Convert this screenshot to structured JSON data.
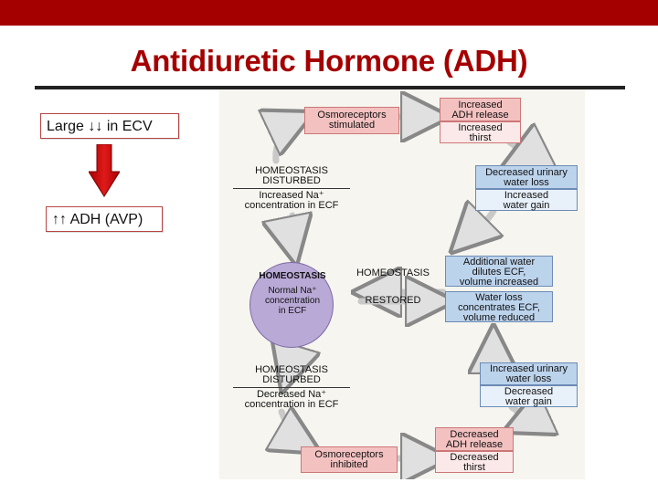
{
  "slide": {
    "title": "Antidiuretic Hormone (ADH)",
    "accent_color": "#a50000"
  },
  "left_panel": {
    "box_ecv": "Large ↓↓ in ECV",
    "box_adh": "↑↑ ADH (AVP)",
    "arrow_icon": "down-arrow-icon"
  },
  "diagram": {
    "osmo_stimulated": [
      "Osmoreceptors",
      "stimulated"
    ],
    "increased_adh_release": [
      "Increased",
      "ADH release"
    ],
    "increased_thirst": [
      "Increased",
      "thirst"
    ],
    "decreased_urinary_loss": [
      "Decreased urinary",
      "water loss"
    ],
    "increased_water_gain": [
      "Increased",
      "water gain"
    ],
    "disturbed_top_heading": [
      "HOMEOSTASIS",
      "DISTURBED"
    ],
    "disturbed_top_detail": [
      "Increased Na⁺",
      "concentration in ECF"
    ],
    "homeostasis_title": "HOMEOSTASIS",
    "homeostasis_detail": [
      "Normal Na⁺",
      "concentration",
      "in ECF"
    ],
    "homeostasis_label": "HOMEOSTASIS",
    "restored_label": "RESTORED",
    "additional_water": [
      "Additional water",
      "dilutes ECF,",
      "volume increased"
    ],
    "water_loss_concentrates": [
      "Water loss",
      "concentrates ECF,",
      "volume reduced"
    ],
    "disturbed_bottom_heading": [
      "HOMEOSTASIS",
      "DISTURBED"
    ],
    "disturbed_bottom_detail": [
      "Decreased Na⁺",
      "concentration in ECF"
    ],
    "increased_urinary_loss": [
      "Increased urinary",
      "water loss"
    ],
    "decreased_water_gain": [
      "Decreased",
      "water gain"
    ],
    "decreased_adh_release": [
      "Decreased",
      "ADH release"
    ],
    "decreased_thirst": [
      "Decreased",
      "thirst"
    ],
    "osmo_inhibited": [
      "Osmoreceptors",
      "inhibited"
    ]
  }
}
